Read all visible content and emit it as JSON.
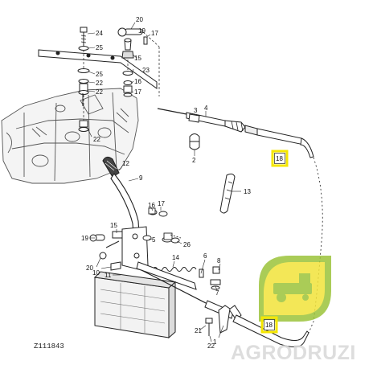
{
  "figure": {
    "reference": "Z111843",
    "highlight_color": "#f5e600",
    "callouts": {
      "c20a": "20",
      "c19a": "19",
      "c17a": "17",
      "c24": "24",
      "c25a": "25",
      "c15a": "15",
      "c23": "23",
      "c16a": "16",
      "c17b": "17",
      "c25b": "25",
      "c22a": "22",
      "c22b": "22",
      "c22c": "22",
      "c4": "4",
      "c3": "3",
      "c2": "2",
      "c12": "12",
      "c9": "9",
      "c13": "13",
      "c16b": "16",
      "c17c": "17",
      "c15b": "15",
      "c5": "5",
      "c26": "26",
      "c19b": "19",
      "c20b": "20",
      "c10": "10",
      "c14": "14",
      "c6": "6",
      "c8": "8",
      "c7": "7",
      "c11": "11",
      "c21": "21",
      "c1": "1",
      "c22d": "22",
      "c18a": "18",
      "c18b": "18"
    }
  },
  "watermark": {
    "text": "AGRODRUZI",
    "colors": {
      "green": "#9cc43a",
      "yellow": "#f2e33a"
    }
  }
}
